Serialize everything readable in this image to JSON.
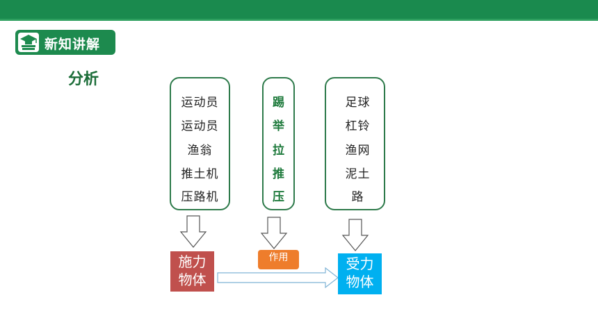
{
  "section_badge": {
    "label": "新知讲解",
    "icon": "graduation-cap-on-books-icon"
  },
  "heading": "分析",
  "agents_box": {
    "lines": [
      "运动员",
      "运动员",
      "渔翁",
      "推土机",
      "压路机"
    ]
  },
  "verbs_box": {
    "lines": [
      "踢",
      "举",
      "拉",
      "推",
      "压"
    ]
  },
  "receivers_box": {
    "lines": [
      "足球",
      "杠铃",
      "渔网",
      "泥土",
      "路"
    ]
  },
  "applying_object": {
    "line1": "施力",
    "line2": "物体",
    "color": "#c0504d"
  },
  "receiving_object": {
    "line1": "受力",
    "line2": "物体",
    "color": "#00b0f0"
  },
  "action_tag": {
    "label": "作用",
    "color": "#ee7d2c"
  },
  "colors": {
    "top_bar": "#1a8a4e",
    "box_border": "#2d7a4a",
    "verb_text": "#1e7a3c"
  }
}
